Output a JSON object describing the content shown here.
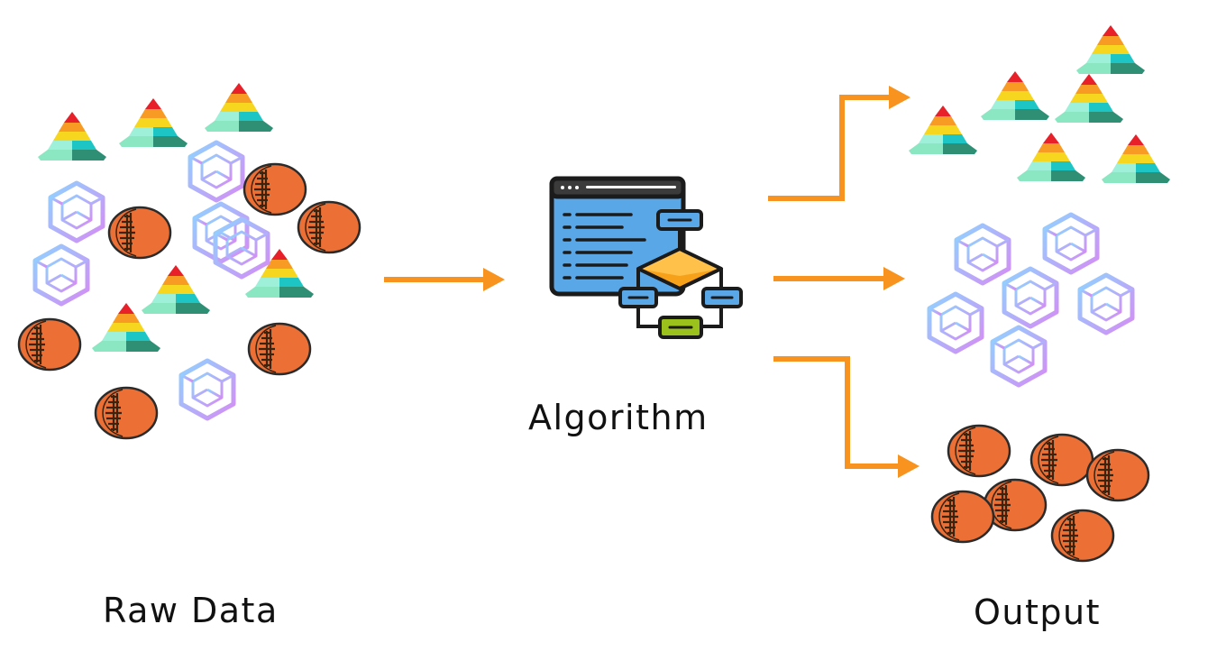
{
  "labels": {
    "raw_data": "Raw Data",
    "algorithm": "Algorithm",
    "output": "Output"
  },
  "colors": {
    "arrow": "#f7931e",
    "circle_fill": "#ec7036",
    "circle_stroke": "#2b2b2b",
    "pyramid_top": "#e8202a",
    "pyramid_mid1": "#f89b24",
    "pyramid_mid2": "#f7d61f",
    "pyramid_band": "#1ec5c5",
    "pyramid_base_light": "#9ff0d8",
    "pyramid_base_dark": "#2f8f75",
    "cube_a": "#8fd3ff",
    "cube_b": "#d58cf5",
    "algorithm_screen": "#5aa7e8",
    "algorithm_frame": "#1b1b1b",
    "algorithm_diamond": "#f7a11a",
    "algorithm_box_green": "#9bc21c"
  },
  "icons": {
    "input_cluster": [
      "pyramid-icon",
      "cube-icon",
      "circle-icon"
    ],
    "algorithm": "algorithm-flowchart-icon",
    "arrow": "arrow-right-icon"
  }
}
